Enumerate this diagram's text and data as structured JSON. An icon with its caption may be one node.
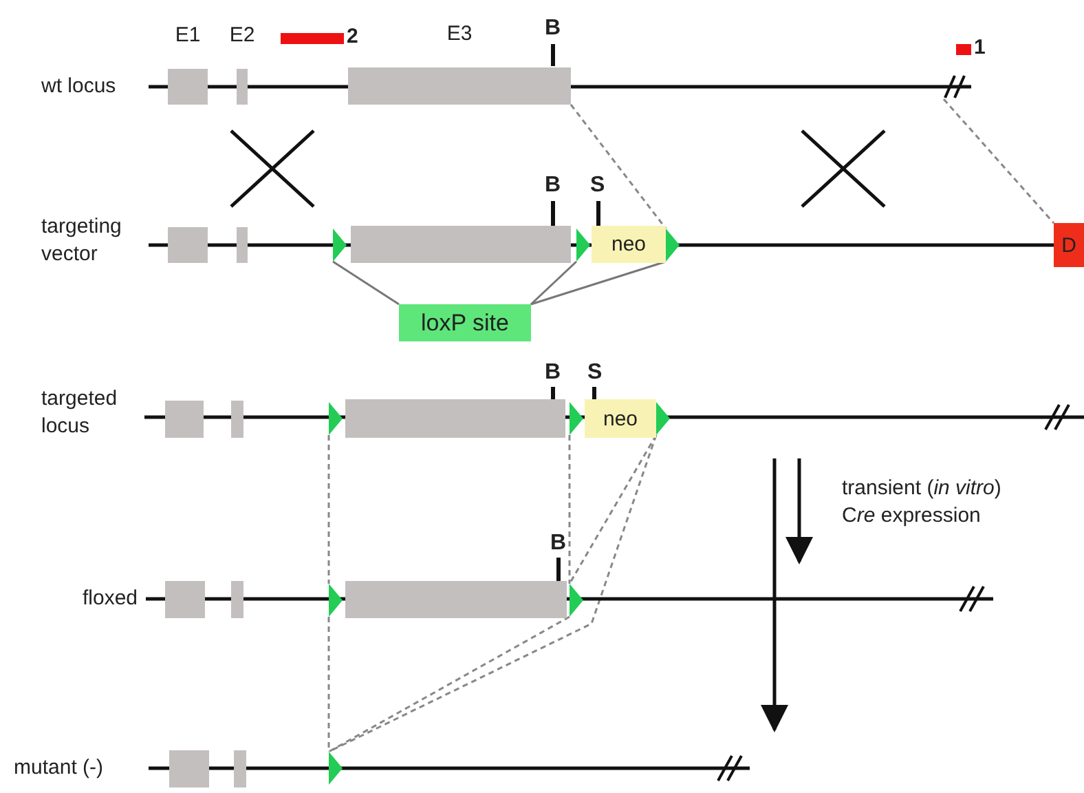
{
  "diagram": {
    "nodes": [
      {
        "text": [
          "E1"
        ]
      },
      {
        "text": [
          "E2"
        ]
      },
      {
        "text": [],
        "shape": "bar",
        "beside": [
          "2"
        ]
      },
      {
        "text": [
          "E3"
        ],
        "beside": [
          "B"
        ]
      },
      {
        "text": [],
        "shape": "bar",
        "beside": [
          "1"
        ]
      },
      {
        "text": [],
        "shape": "box"
      },
      {
        "text": [],
        "shape": "box"
      },
      {
        "text": [],
        "shape": "triangle"
      },
      {
        "text": [],
        "shape": "box",
        "beside": [
          "B"
        ]
      },
      {
        "text": [],
        "shape": "triangle"
      },
      {
        "text": [
          "neo"
        ],
        "beside": [
          "S"
        ]
      },
      {
        "text": [],
        "shape": "triangle"
      },
      {
        "text": [
          "D"
        ]
      },
      {
        "text": [
          "loxP site"
        ]
      },
      {
        "text": [],
        "shape": "box"
      },
      {
        "text": [],
        "shape": "box"
      },
      {
        "text": [],
        "shape": "triangle"
      },
      {
        "text": [],
        "shape": "box",
        "beside": [
          "B"
        ]
      },
      {
        "text": [],
        "shape": "triangle"
      },
      {
        "text": [
          "neo"
        ],
        "beside": [
          "S"
        ]
      },
      {
        "text": [],
        "shape": "triangle"
      },
      {
        "text": [],
        "shape": "box"
      },
      {
        "text": [],
        "shape": "box"
      },
      {
        "text": [],
        "shape": "triangle"
      },
      {
        "text": [],
        "shape": "box",
        "beside": [
          "B"
        ]
      },
      {
        "text": [],
        "shape": "triangle"
      },
      {
        "text": [],
        "shape": "box"
      },
      {
        "text": [],
        "shape": "box"
      },
      {
        "text": [],
        "shape": "triangle"
      },
      {
        "text": [],
        "shape": "break"
      }
    ],
    "edges": [
      {
        "from": 3,
        "to": 11,
        "arrow": "none",
        "style": "dashed"
      },
      {
        "from": 29,
        "to": 12,
        "arrow": "none",
        "style": "dashed"
      },
      {
        "from": 13,
        "to": 7,
        "arrow": "none"
      },
      {
        "from": 13,
        "to": 9,
        "arrow": "none"
      },
      {
        "from": 13,
        "to": 11,
        "arrow": "none"
      },
      {
        "from": 16,
        "to": 23,
        "arrow": "none",
        "style": "dashed"
      },
      {
        "from": 23,
        "to": 28,
        "arrow": "none",
        "style": "dashed"
      },
      {
        "from": 18,
        "to": 25,
        "arrow": "none",
        "style": "dashed"
      },
      {
        "from": 20,
        "to": 25,
        "arrow": "none",
        "style": "dashed"
      },
      {
        "from": 20,
        "to": 28,
        "arrow": "none",
        "style": "dashed"
      },
      {
        "from": 25,
        "to": 28,
        "arrow": "none",
        "style": "dashed"
      }
    ],
    "labels": [
      "wt locus",
      "targeting vector",
      "targeted locus",
      "transient (*in vitro*) C⁠*re* expression",
      "floxed",
      "mutant (-)"
    ]
  }
}
